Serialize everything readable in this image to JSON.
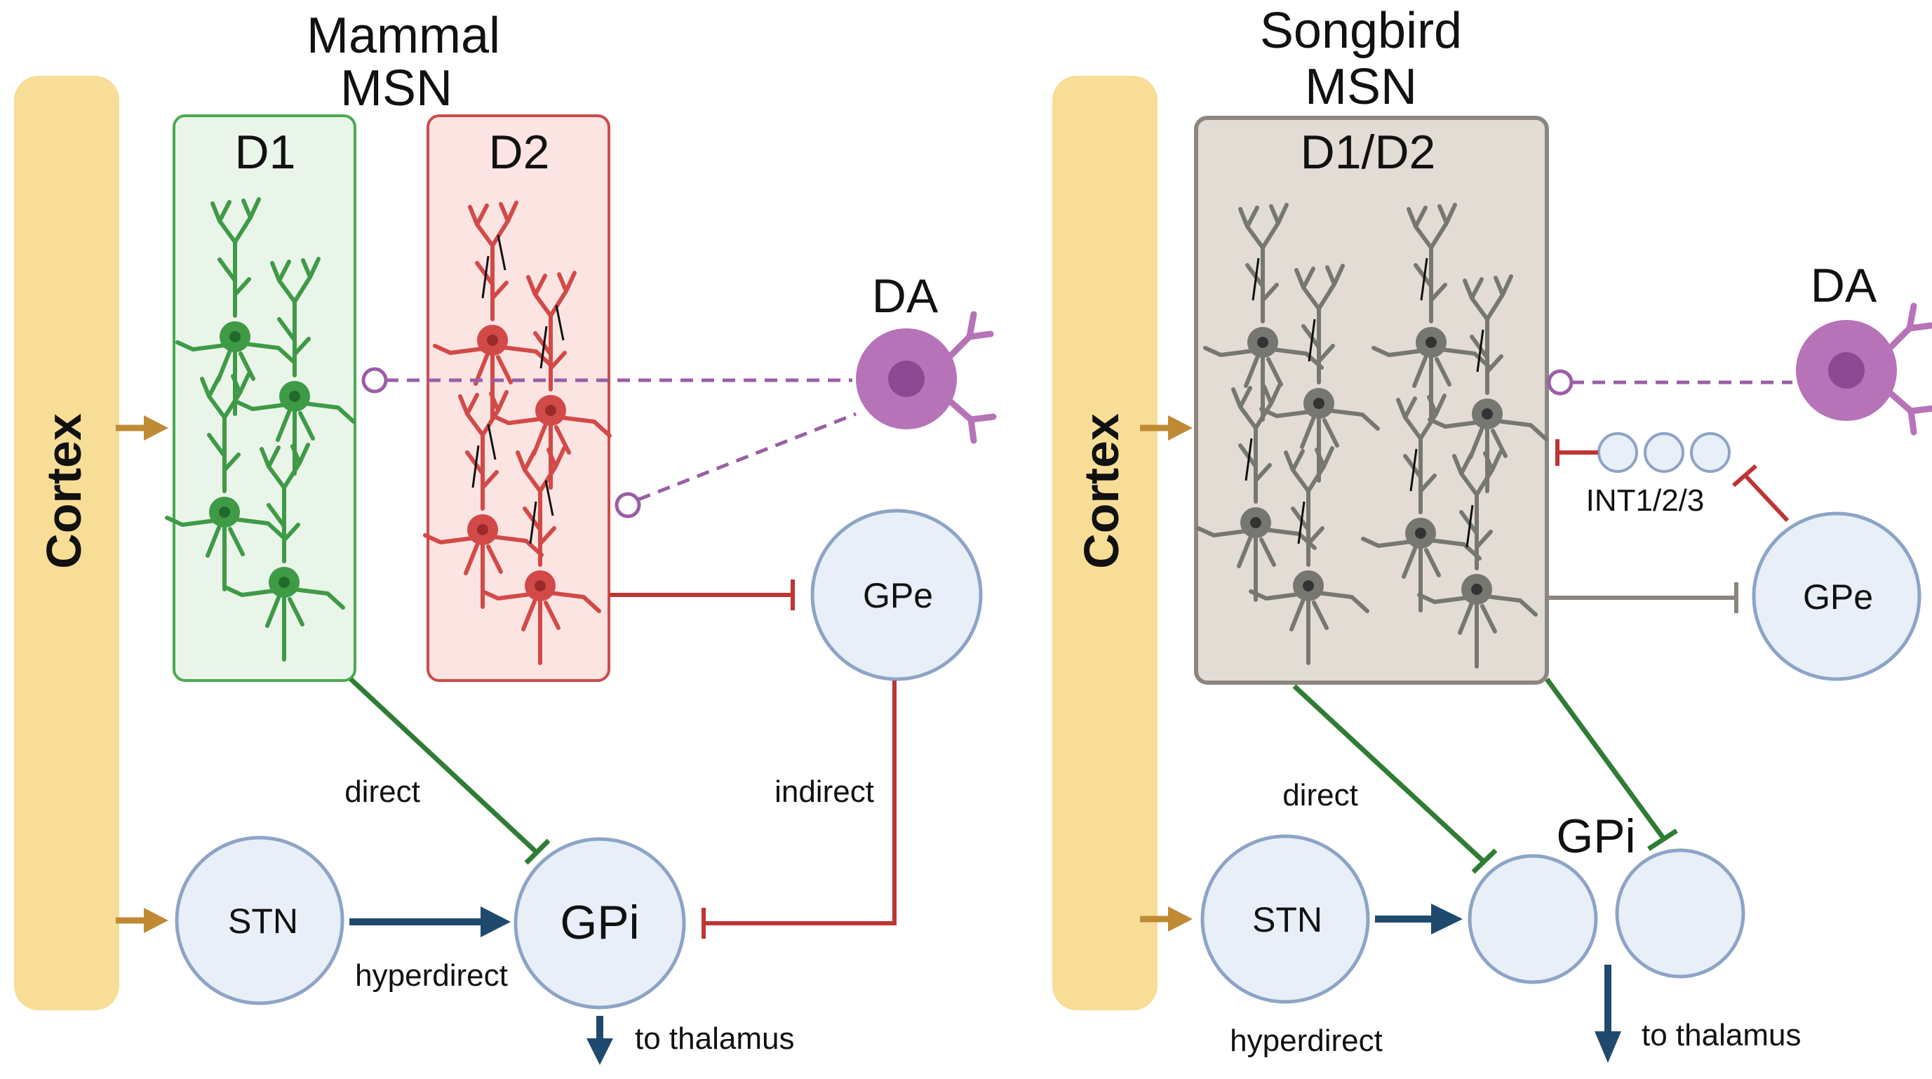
{
  "mammal": {
    "title_line1": "Mammal",
    "title_line2": "MSN",
    "cortex": "Cortex",
    "d1": "D1",
    "d2": "D2",
    "da": "DA",
    "gpe": "GPe",
    "stn": "STN",
    "gpi": "GPi",
    "direct": "direct",
    "indirect": "indirect",
    "hyperdirect": "hyperdirect",
    "to_thalamus": "to thalamus"
  },
  "songbird": {
    "title_line1": "Songbird",
    "title_line2": "MSN",
    "cortex": "Cortex",
    "d1d2": "D1/D2",
    "da": "DA",
    "int": "INT1/2/3",
    "gpe": "GPe",
    "stn": "STN",
    "gpi": "GPi",
    "direct": "direct",
    "hyperdirect": "hyperdirect",
    "to_thalamus": "to thalamus"
  },
  "colors": {
    "cortex": "#f8dd97",
    "cortex_arrow": "#c08a35",
    "d1_fill": "#eaf5ea",
    "d1_stroke": "#4caa52",
    "d1_neuron": "#3f9a46",
    "d2_fill": "#fce4e3",
    "d2_stroke": "#cc4c4a",
    "d2_neuron": "#d24a48",
    "msn_fill": "#e3dcd4",
    "msn_stroke": "#8b8780",
    "msn_neuron": "#777772",
    "nucleus_fill": "#e8eff8",
    "nucleus_stroke": "#8da4c6",
    "da_fill": "#b673b8",
    "da_dark": "#8b4a91",
    "green_path": "#2f7d34",
    "red_path": "#bf3434",
    "grey_path": "#8a857d",
    "blue_arrow": "#1f4a6e",
    "purple_dash": "#9a5ea6"
  }
}
